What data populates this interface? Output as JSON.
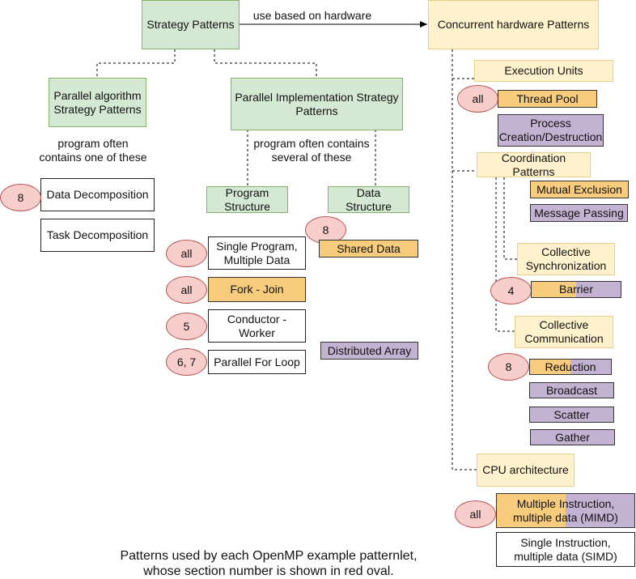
{
  "diagram": {
    "strategy_patterns": "Strategy Patterns",
    "edge_label": "use based on hardware",
    "concurrent_hw": "Concurrent hardware Patterns",
    "parallel_algorithm": "Parallel algorithm\nStrategy Patterns",
    "parallel_impl": "Parallel Implementation Strategy\nPatterns",
    "note_one": "program often\ncontains one of these",
    "note_several": "program often contains\nseveral of these",
    "data_decomposition": "Data Decomposition",
    "task_decomposition": "Task Decomposition",
    "program_structure": "Program\nStructure",
    "data_structure": "Data\nStructure",
    "single_program": "Single Program,\nMultiple Data",
    "fork_join": "Fork - Join",
    "conductor_worker": "Conductor -\nWorker",
    "parallel_for": "Parallel For Loop",
    "shared_data": "Shared Data",
    "distributed_array": "Distributed Array",
    "execution_units": "Execution Units",
    "thread_pool": "Thread Pool",
    "process_creation": "Process\nCreation/Destruction",
    "coordination": "Coordination Patterns",
    "mutual_exclusion": "Mutual Exclusion",
    "message_passing": "Message Passing",
    "collective_sync": "Collective\nSynchronization",
    "barrier": "Barrier",
    "collective_comm": "Collective\nCommunication",
    "reduction": "Reduction",
    "broadcast": "Broadcast",
    "scatter": "Scatter",
    "gather": "Gather",
    "cpu_arch": "CPU architecture",
    "mimd": "Multiple Instruction,\nmultiple data (MIMD)",
    "simd": "Single Instruction,\nmultiple data (SIMD)",
    "caption": "Patterns used by each OpenMP example patternlet,\nwhose section number is shown in red oval."
  },
  "ovals": {
    "data_decomposition": "8",
    "single_program": "all",
    "fork_join": "all",
    "conductor_worker": "5",
    "parallel_for": "6, 7",
    "shared_data": "8",
    "thread_pool": "all",
    "barrier": "4",
    "reduction": "8",
    "mimd": "all"
  },
  "colors": {
    "green": "#d5e8d4",
    "yellow": "#fff2cc",
    "orange": "#f8cc7d",
    "purple": "#c3b2d2",
    "red_oval": "#f8cecc"
  }
}
